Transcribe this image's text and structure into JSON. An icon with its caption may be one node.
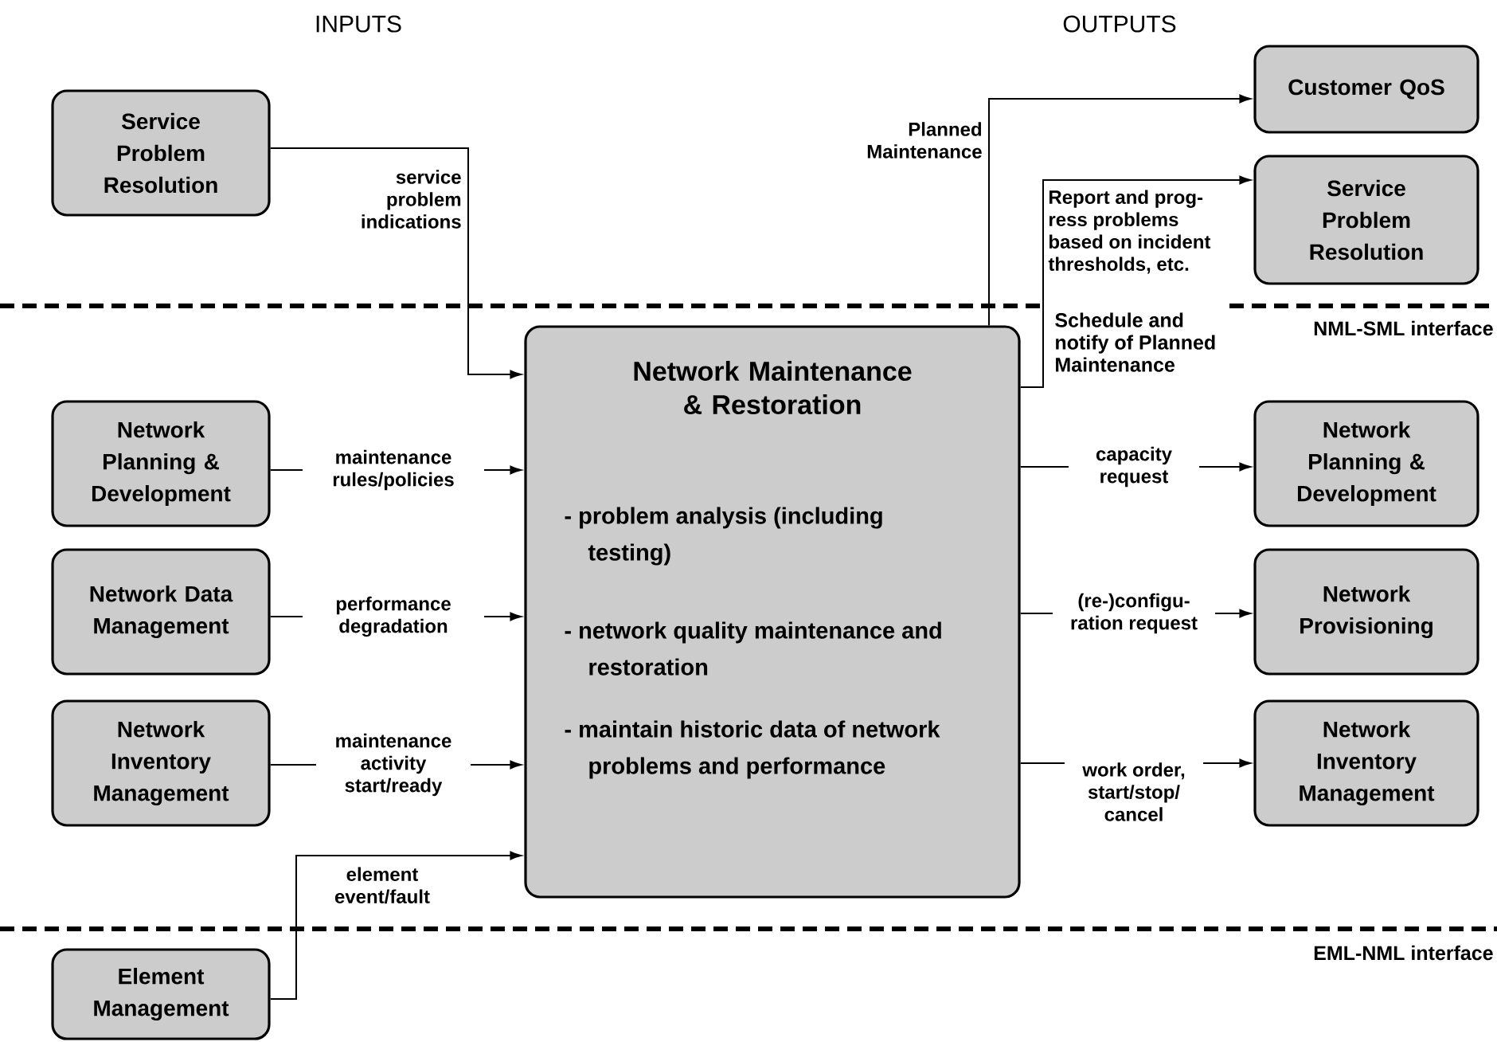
{
  "diagram": {
    "nodes": [
      {
        "text": [
          "Service Problem Resolution"
        ]
      },
      {
        "text": [
          "Network Maintenance & Restoration",
          "- problem analysis (including testing)",
          "- network quality maintenance and restoration",
          "- maintain historic data of network problems and performance"
        ]
      },
      {
        "text": [
          "Network Planning & Development"
        ]
      },
      {
        "text": [
          "Network Data Management"
        ]
      },
      {
        "text": [
          "Network Inventory Management"
        ]
      },
      {
        "text": [
          "Element Management"
        ]
      },
      {
        "text": [
          "Customer QoS"
        ]
      },
      {
        "text": [
          "Service Problem Resolution"
        ]
      },
      {
        "text": [
          "Network Planning & Development"
        ]
      },
      {
        "text": [
          "Network Provisioning"
        ]
      },
      {
        "text": [
          "Network Inventory Management"
        ]
      }
    ],
    "edges": [
      {
        "from": 0,
        "to": 1,
        "arrow": "to",
        "label": "service problem indications"
      },
      {
        "from": 2,
        "to": 1,
        "arrow": "to",
        "label": "maintenance rules/policies"
      },
      {
        "from": 3,
        "to": 1,
        "arrow": "to",
        "label": "performance degradation"
      },
      {
        "from": 4,
        "to": 1,
        "arrow": "to",
        "label": "maintenance activity start/ready"
      },
      {
        "from": 5,
        "to": 1,
        "arrow": "to",
        "label": "element event/fault"
      },
      {
        "from": 1,
        "to": 6,
        "arrow": "to",
        "label": "Planned Maintenance"
      },
      {
        "from": 1,
        "to": 7,
        "arrow": "to",
        "label": "Report and prog- ress problems based on incident thresholds, etc."
      },
      {
        "from": 1,
        "to": 8,
        "arrow": "to",
        "label": "capacity request"
      },
      {
        "from": 1,
        "to": 9,
        "arrow": "to",
        "label": "(re-)configu- ration request"
      },
      {
        "from": 1,
        "to": 10,
        "arrow": "to",
        "label": "work order, start/stop/ cancel"
      }
    ],
    "labels": [
      "INPUTS",
      "OUTPUTS",
      "Schedule and notify of Planned Maintenance",
      "NML-SML interface",
      "EML-NML interface"
    ]
  }
}
